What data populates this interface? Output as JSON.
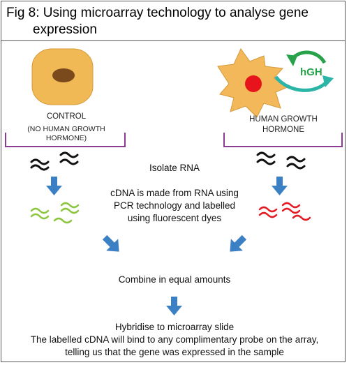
{
  "figure": {
    "title_line1": "Fig 8: Using microarray technology to analyse gene",
    "title_line2": "expression"
  },
  "control": {
    "label": "CONTROL",
    "sublabel_line1": "(NO HUMAN GROWTH",
    "sublabel_line2": "HORMONE)"
  },
  "treated": {
    "label_line1": "HUMAN GROWTH",
    "label_line2": "HORMONE",
    "hormone_tag": "hGH"
  },
  "steps": {
    "isolate": "Isolate RNA",
    "cdna_line1": "cDNA is made from RNA using",
    "cdna_line2": "PCR technology and labelled",
    "cdna_line3": "using fluorescent dyes",
    "combine": "Combine in equal amounts",
    "hybridise": "Hybridise to microarray slide",
    "result_line1": "The labelled cDNA will bind to any complimentary probe on the array,",
    "result_line2": "telling us that the gene was expressed in the sample"
  },
  "colors": {
    "control_cell": "#f0b955",
    "nucleus": "#7a4a1c",
    "treated_cell": "#f2b85a",
    "treated_nucleus": "#e8141c",
    "hgh_arrow": "#2bb5a7",
    "hgh_text": "#27a24a",
    "bracket": "#8a3d92",
    "arrow_blue": "#3b7fc4",
    "rna_black": "#111111",
    "cdna_green": "#8cc63f",
    "cdna_red": "#e31b23"
  },
  "icons": {
    "control_cell": "round-cell-with-nucleus",
    "treated_cell": "spiky-cell-with-red-nucleus",
    "arrow": "down-arrow",
    "rna": "squiggle-strands"
  }
}
